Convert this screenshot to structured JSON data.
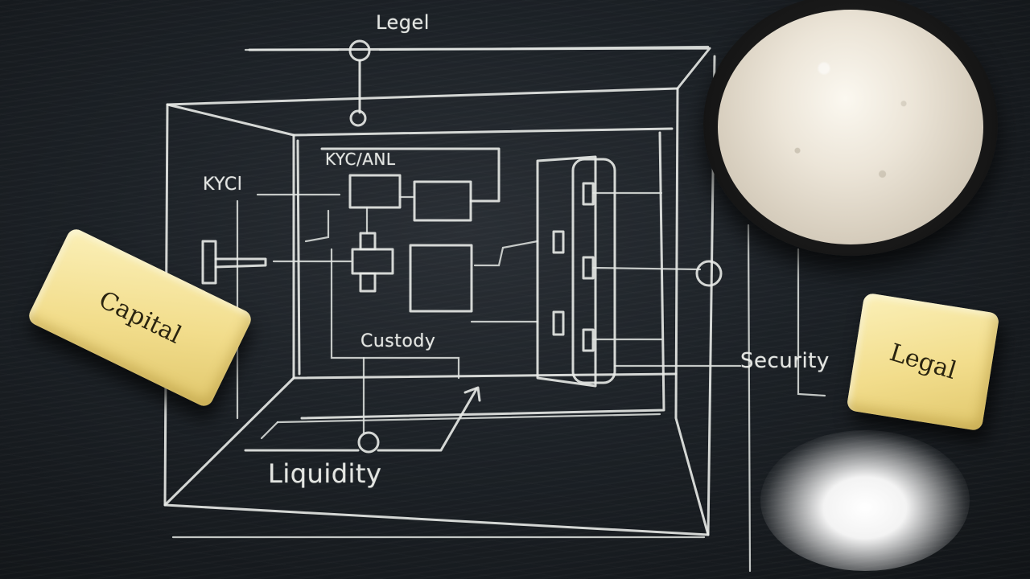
{
  "chalkboard": {
    "labels": {
      "legal_top": "Legel",
      "kyc_left": "KYCl",
      "kyc_aml": "KYC/ANL",
      "custody": "Custody",
      "liquidity": "Liquidity",
      "security": "Security"
    }
  },
  "blocks": {
    "capital": "Capital",
    "legal": "Legal"
  },
  "colors": {
    "chalkboard": "#1c2126",
    "chalk": "#e9ebe8",
    "butter": "#f2dd8c",
    "flour": "#ece5d8"
  }
}
